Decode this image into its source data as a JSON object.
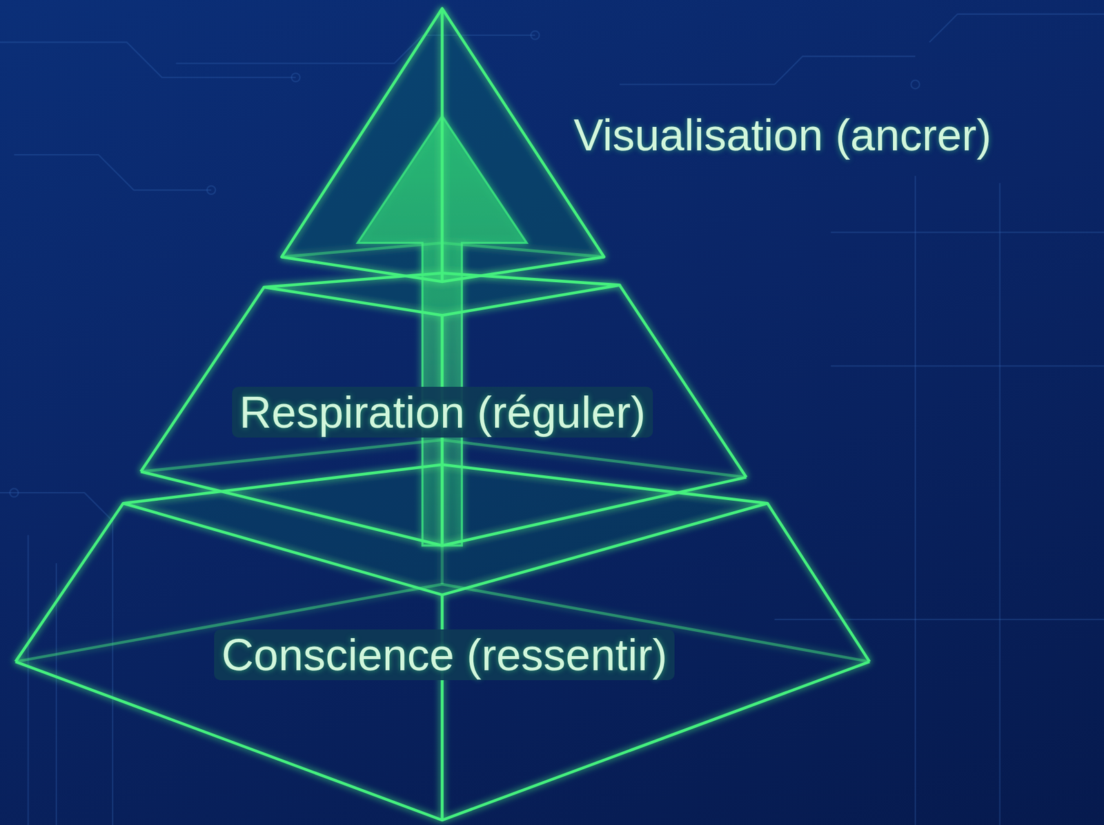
{
  "diagram": {
    "nodes": [
      {
        "text": [
          "Visualisation (ancrer)"
        ]
      },
      {
        "text": [
          "Respiration (réguler)"
        ]
      },
      {
        "text": [
          "Conscience (ressentir)"
        ]
      }
    ]
  }
}
